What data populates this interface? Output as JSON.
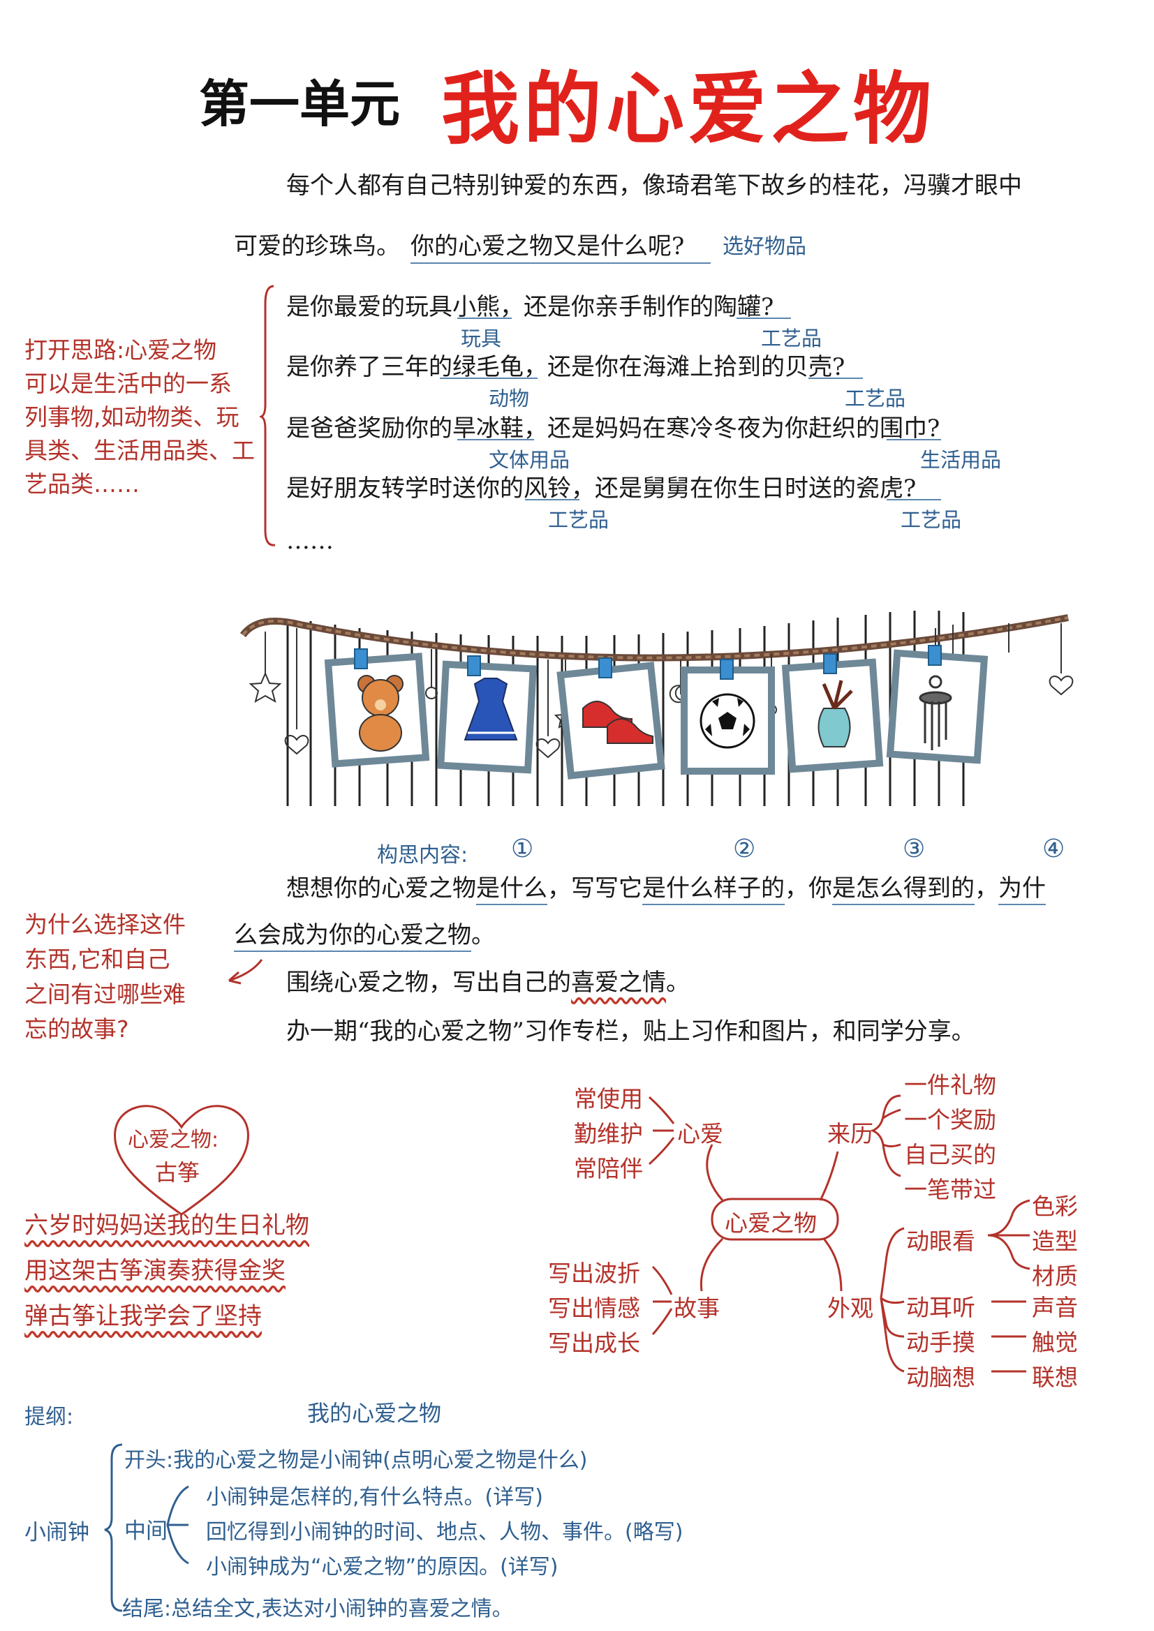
{
  "title": {
    "unit": "第一单元",
    "main": "我的心爱之物"
  },
  "intro": {
    "line1": "每个人都有自己特别钟爱的东西，像琦君笔下故乡的桂花，冯骥才眼中",
    "line2a": "可爱的珍珠鸟。",
    "line2b": "你的心爱之物又是什么呢?",
    "note": "选好物品"
  },
  "side_note_1": [
    "打开思路:心爱之物",
    "可以是生活中的一系",
    "列事物,如动物类、玩",
    "具类、生活用品类、工",
    "艺品类……"
  ],
  "questions": [
    "是你最爱的玩具小熊，还是你亲手制作的陶罐?",
    "是你养了三年的绿毛龟，还是你在海滩上拾到的贝壳?",
    "是爸爸奖励你的旱冰鞋，还是妈妈在寒冷冬夜为你赶织的围巾?",
    "是好朋友转学时送你的风铃，还是舅舅在你生日时送的瓷虎?",
    "……"
  ],
  "question_notes": [
    "玩具",
    "工艺品",
    "动物",
    "工艺品",
    "文体用品",
    "生活用品",
    "工艺品",
    "工艺品"
  ],
  "construct": {
    "label": "构思内容:",
    "nums": [
      "①",
      "②",
      "③",
      "④"
    ]
  },
  "task": {
    "line1a": "想想你的心爱之物",
    "line1b": "是什么",
    "line1c": "，写写它",
    "line1d": "是什么样子的",
    "line1e": "，你",
    "line1f": "是怎么得到的",
    "line1g": "，",
    "line1h": "为什",
    "line2": "么会成为你的心爱之物",
    "line2end": "。",
    "line3a": "围绕心爱之物，写出自己的",
    "line3b": "喜爱之情",
    "line3c": "。",
    "line4": "办一期“我的心爱之物”习作专栏，贴上习作和图片，和同学分享。"
  },
  "side_note_2": [
    "为什么选择这件",
    "东西,它和自己",
    "之间有过哪些难",
    "忘的故事?"
  ],
  "example": {
    "heart": [
      "心爱之物:",
      "古筝"
    ],
    "lines": [
      "六岁时妈妈送我的生日礼物",
      "用这架古筝演奏获得金奖",
      "弹古筝让我学会了坚持"
    ]
  },
  "mindmap": {
    "center": "心爱之物",
    "love": {
      "label": "心爱",
      "items": [
        "常使用",
        "勤维护",
        "常陪伴"
      ]
    },
    "origin": {
      "label": "来历",
      "items": [
        "一件礼物",
        "一个奖励",
        "自己买的",
        "一笔带过"
      ]
    },
    "story": {
      "label": "故事",
      "items": [
        "写出波折",
        "写出情感",
        "写出成长"
      ]
    },
    "look": {
      "label": "外观",
      "eye": "动眼看",
      "eye_items": [
        "色彩",
        "造型",
        "材质"
      ],
      "ear": "动耳听",
      "ear_item": "声音",
      "hand": "动手摸",
      "hand_item": "触觉",
      "brain": "动脑想",
      "brain_item": "联想"
    }
  },
  "outline": {
    "label": "提纲:",
    "title": "我的心爱之物",
    "subject": "小闹钟",
    "start": "开头:我的心爱之物是小闹钟(点明心爱之物是什么)",
    "middle_label": "中间",
    "middle": [
      "小闹钟是怎样的,有什么特点。(详写)",
      "回忆得到小闹钟的时间、地点、人物、事件。(略写)",
      "小闹钟成为“心爱之物”的原因。(详写)"
    ],
    "end": "结尾:总结全文,表达对小闹钟的喜爱之情。"
  },
  "colors": {
    "title_red": "#e1221c",
    "note_red": "#b3322a",
    "note_blue": "#2f5f8f",
    "frame_blue": "#4c8fc7"
  },
  "photo_items": [
    "teddy-bear-icon",
    "dress-icon",
    "shoes-icon",
    "football-icon",
    "vase-icon",
    "wind-chime-icon"
  ]
}
